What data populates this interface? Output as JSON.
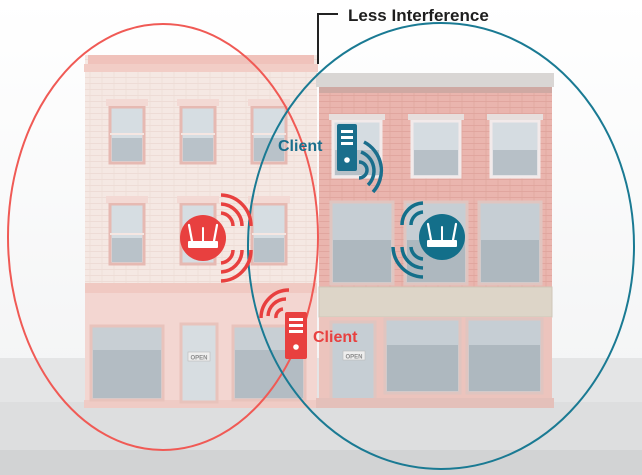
{
  "annotation": {
    "text": "Less Interference"
  },
  "clients": [
    {
      "label": "Client",
      "color": "#1a6e8c"
    },
    {
      "label": "Client",
      "color": "#e8403f"
    }
  ],
  "routers": [
    {
      "name": "router-left",
      "color": "#e8403f"
    },
    {
      "name": "router-right",
      "color": "#136f8a"
    }
  ],
  "coverage": [
    {
      "name": "coverage-left",
      "color": "#f05a55"
    },
    {
      "name": "coverage-right",
      "color": "#1a7a93"
    }
  ],
  "signs": {
    "open": "OPEN"
  }
}
